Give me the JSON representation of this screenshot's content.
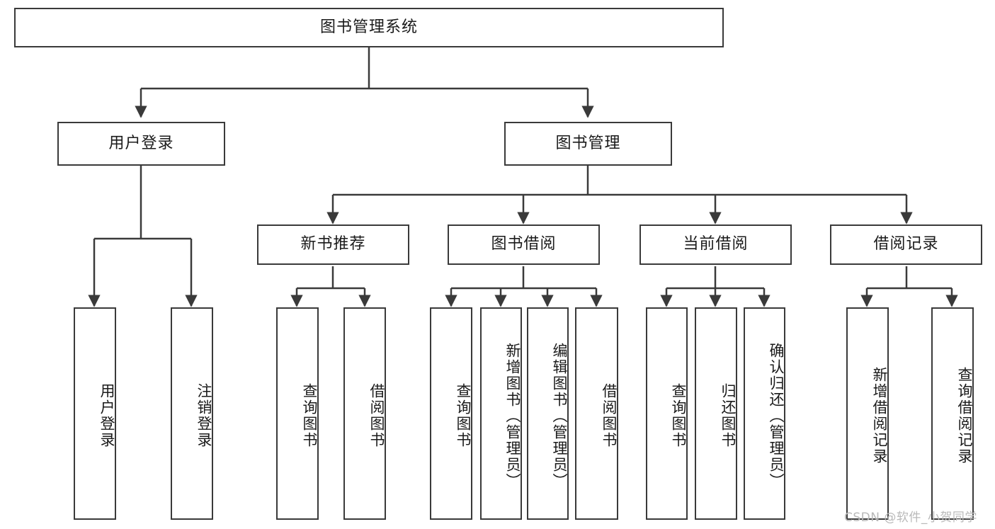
{
  "diagram": {
    "type": "tree-hierarchy-chart",
    "title": "图书管理系统",
    "stroke_color": "#3a3a3a",
    "background_color": "#ffffff",
    "text_color": "#1a1a1a",
    "root": {
      "label": "图书管理系统"
    },
    "level1": [
      {
        "label": "用户登录"
      },
      {
        "label": "图书管理"
      }
    ],
    "level2": [
      {
        "label": "新书推荐",
        "parent": "图书管理"
      },
      {
        "label": "图书借阅",
        "parent": "图书管理"
      },
      {
        "label": "当前借阅",
        "parent": "图书管理"
      },
      {
        "label": "借阅记录",
        "parent": "图书管理"
      }
    ],
    "leaves": {
      "用户登录": [
        {
          "label": "用户登录"
        },
        {
          "label": "注销登录"
        }
      ],
      "新书推荐": [
        {
          "label": "查询图书"
        },
        {
          "label": "借阅图书"
        }
      ],
      "图书借阅": [
        {
          "label": "查询图书"
        },
        {
          "label": "新增图书（管理员）"
        },
        {
          "label": "编辑图书（管理员）"
        },
        {
          "label": "借阅图书"
        }
      ],
      "当前借阅": [
        {
          "label": "查询图书"
        },
        {
          "label": "归还图书"
        },
        {
          "label": "确认归还（管理员）"
        }
      ],
      "借阅记录": [
        {
          "label": "新增借阅记录"
        },
        {
          "label": "查询借阅记录"
        }
      ]
    }
  },
  "watermark": {
    "text": "CSDN @软件_小贺同学",
    "color": "#b9b9b9"
  }
}
